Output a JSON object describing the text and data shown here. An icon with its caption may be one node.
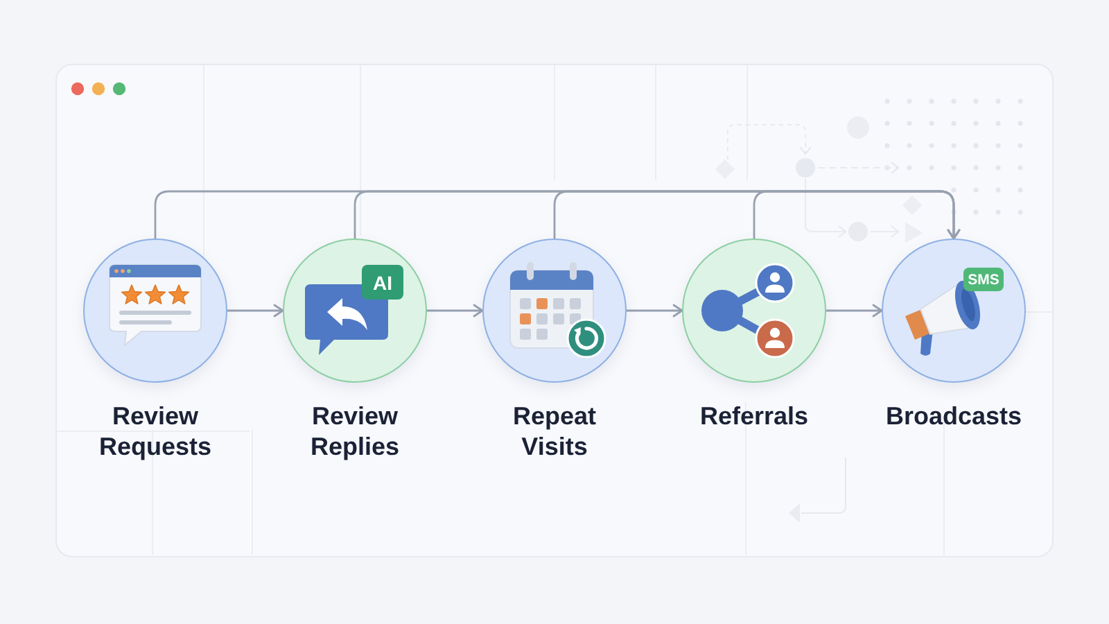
{
  "diagram": {
    "nodes": [
      {
        "text": [
          "Review Requests"
        ]
      },
      {
        "text": [
          "Review Replies"
        ]
      },
      {
        "text": [
          "Repeat Visits"
        ]
      },
      {
        "text": [
          "Referrals"
        ]
      },
      {
        "text": [
          "Broadcasts"
        ]
      }
    ],
    "edges": [
      {
        "from": 0,
        "to": 1,
        "arrow": "to"
      },
      {
        "from": 1,
        "to": 2,
        "arrow": "to"
      },
      {
        "from": 2,
        "to": 3,
        "arrow": "to"
      },
      {
        "from": 3,
        "to": 4,
        "arrow": "to"
      },
      {
        "from": 0,
        "to": 4,
        "arrow": "to"
      },
      {
        "from": 1,
        "to": 4,
        "arrow": "to"
      },
      {
        "from": 2,
        "to": 4,
        "arrow": "to"
      },
      {
        "from": 3,
        "to": 4,
        "arrow": "to"
      }
    ],
    "labels": [
      "AI",
      "SMS"
    ]
  }
}
